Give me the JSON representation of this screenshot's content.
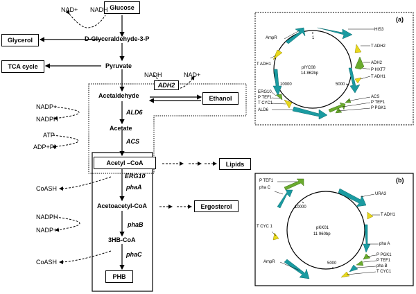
{
  "pathway": {
    "glucose": "Glucose",
    "nad_plus": "NAD+",
    "nadh": "NADH",
    "glycerol": "Glycerol",
    "g3p": "D-Glyceraldehyde-3-P",
    "tca": "TCA cycle",
    "pyruvate": "Pyruvate",
    "nadh2": "NADH",
    "nad_plus2": "NAD+",
    "adh2": "ADH2",
    "acetaldehyde": "Acetaldehyde",
    "ethanol": "Ethanol",
    "nadp_plus": "NADP+",
    "nadph": "NADPH",
    "ald6": "ALD6",
    "acetate": "Acetate",
    "atp": "ATP",
    "acs": "ACS",
    "adp_pi": "ADP+Pi",
    "acetyl_coa": "Acetyl –CoA",
    "lipids": "Lipids",
    "erg10": "ERG10",
    "coash": "CoASH",
    "phaA": "phaA",
    "acetoacetyl_coa": "Acetoacetyl-CoA",
    "ergosterol": "Ergosterol",
    "nadph2": "NADPH",
    "phaB": "phaB",
    "nadp_plus2": "NADP+",
    "hb_coa": "3HB-CoA",
    "coash2": "CoASH",
    "phaC": "phaC",
    "phb": "PHB"
  },
  "plasmid_a": {
    "panel_label": "(a)",
    "name": "pIYC08",
    "size": "14 862bp",
    "tick_1": "1",
    "tick_10000": "10000",
    "tick_5000": "5000",
    "labels": {
      "his3": "HIS3",
      "ampr": "AmpR",
      "tadh2": "T ADH2",
      "tadh1_left": "T ADH1",
      "adh2": "ADH2",
      "phxt7": "P HXT7",
      "tadh1_right": "T ADH1",
      "erg10": "ERG10",
      "ptef1_left": "P TEF1",
      "tcyc1": "T CYC1",
      "acs": "ACS",
      "ptef1_right": "P TEF1",
      "ppgk1": "P PGK1",
      "ald6": "ALD6"
    }
  },
  "plasmid_b": {
    "panel_label": "(b)",
    "name": "pKK01",
    "size": "11 960bp",
    "tick_10000": "10000",
    "tick_5000": "5000",
    "labels": {
      "ptef1_top": "P TEF1",
      "phac": "pha C",
      "ura3": "URA3",
      "tadh1": "T ADH1",
      "tcyc1_left": "T CYC 1",
      "phaa": "pha A",
      "ampr": "AmpR",
      "ppgk1": "P PGK1",
      "ptef1": "P TEF1",
      "phab": "pha B",
      "tcyc1": "T CYC1"
    }
  },
  "colors": {
    "teal": "#1a9ba1",
    "green": "#6aab2e",
    "yellow": "#e8d81c",
    "line": "#000000"
  }
}
